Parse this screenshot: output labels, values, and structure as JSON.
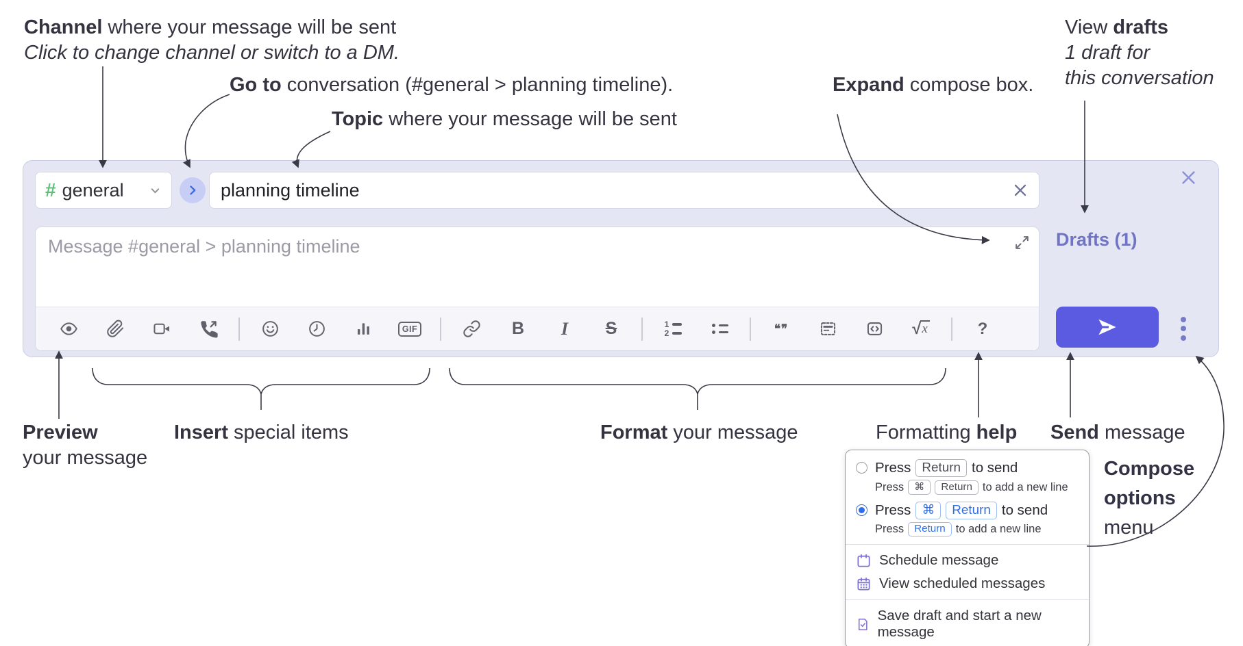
{
  "annotations": {
    "channel_bold": "Channel",
    "channel_rest": " where your message will be sent",
    "channel_line2": "Click to change channel or switch to a DM.",
    "goto_bold": "Go to",
    "goto_rest": " conversation (#general > planning timeline).",
    "topic_bold": "Topic",
    "topic_rest": " where your message will be sent",
    "expand_bold": "Expand",
    "expand_rest": " compose box.",
    "drafts_pre": "View ",
    "drafts_bold": "drafts",
    "drafts_line2": "1 draft for",
    "drafts_line3": "this conversation",
    "preview_bold": "Preview",
    "preview_line2": "your message",
    "insert_bold": "Insert",
    "insert_rest": " special items",
    "format_bold": "Format",
    "format_rest": " your message",
    "help_pre": "Formatting ",
    "help_bold": "help",
    "send_bold": "Send",
    "send_rest": " message",
    "compose_options_line1": "Compose",
    "compose_options_line2": "options",
    "compose_options_line3": "menu"
  },
  "compose": {
    "channel_hash": "#",
    "channel_name": "general",
    "topic_value": "planning timeline",
    "message_placeholder": "Message #general > planning timeline",
    "drafts_label": "Drafts (1)",
    "toolbar": [
      "preview",
      "attach",
      "video-call",
      "audio-call",
      "divider",
      "emoji",
      "add-global-time",
      "poll",
      "gif",
      "divider",
      "link",
      "bold",
      "italic",
      "strikethrough",
      "divider",
      "numbered-list",
      "bulleted-list",
      "divider",
      "quote",
      "spoiler",
      "code",
      "math",
      "divider",
      "help"
    ],
    "glyphs": {
      "gif": "GIF",
      "bold": "B",
      "italic": "I",
      "strikethrough": "S",
      "help": "?",
      "ol1": "1",
      "ol2": "2",
      "quote": "❝❞",
      "sqrt": "√",
      "math_var": "x"
    }
  },
  "popup": {
    "option1": {
      "selected": false,
      "press": "Press",
      "kbd_return": "Return",
      "tail": "to send",
      "sub_press": "Press",
      "sub_kbd_cmd": "⌘",
      "sub_kbd_return": "Return",
      "sub_tail": "to add a new line"
    },
    "option2": {
      "selected": true,
      "press": "Press",
      "kbd_cmd": "⌘",
      "kbd_return": "Return",
      "tail": "to send",
      "sub_press": "Press",
      "sub_kbd_return": "Return",
      "sub_tail": "to add a new line"
    },
    "menu_schedule": "Schedule message",
    "menu_view_scheduled": "View scheduled messages",
    "menu_save_draft": "Save draft and start a new message"
  },
  "colors": {
    "compose_bg": "#e4e6f4",
    "send_button": "#5a5be0",
    "drafts_link": "#7174c4",
    "channel_hash_green": "#63be7c",
    "goto_chevron_blue": "#3e6adf",
    "kbd_blue": "#2e6ee8",
    "menu_icon_purple": "#7d72cf",
    "toolbar_icon_gray": "#63646e"
  }
}
